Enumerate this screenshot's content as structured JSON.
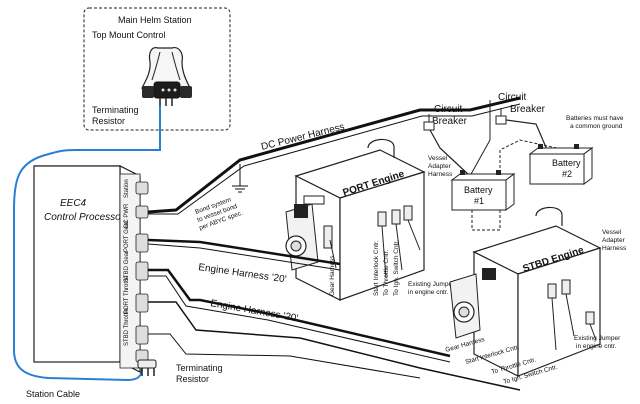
{
  "helm": {
    "title": "Main Helm Station",
    "control": "Top Mount Control",
    "resistor_line1": "Terminating",
    "resistor_line2": "Resistor"
  },
  "processor": {
    "line1": "EEC4",
    "line2": "Control Processor",
    "ports": [
      "Station",
      "DC PWR",
      "PORT Gear",
      "STBD Gear",
      "PORT Throttle",
      "STBD Throttle"
    ]
  },
  "labels": {
    "dc_power_harness": "DC Power Harness",
    "circuit_breaker_line1": "Circuit",
    "circuit_breaker_line2": "Breaker",
    "batteries_line1": "Batteries must have",
    "batteries_line2": "a common ground",
    "battery1_line1": "Battery",
    "battery1_line2": "#1",
    "battery2_line1": "Battery",
    "battery2_line2": "#2",
    "bond_line1": "Bond system",
    "bond_line2": "to vessel bond",
    "bond_line3": "per ABYC spec.",
    "port_engine": "PORT Engine",
    "stbd_engine": "STBD Engine",
    "vessel_adapter_line1": "Vessel",
    "vessel_adapter_line2": "Adapter",
    "vessel_adapter_line3": "Harness",
    "gear_harness": "Gear Harness",
    "start_interlock": "Start Interlock Cntr.",
    "to_throttle": "To Throttle Cntr.",
    "to_ign": "To Ign. Switch Cntr.",
    "jumper_line1": "Existing Jumper",
    "jumper_line2": "in engine cntr.",
    "engine_harness": "Engine Harness '20'",
    "terminating_line1": "Terminating",
    "terminating_line2": "Resistor",
    "station_cable": "Station Cable"
  }
}
